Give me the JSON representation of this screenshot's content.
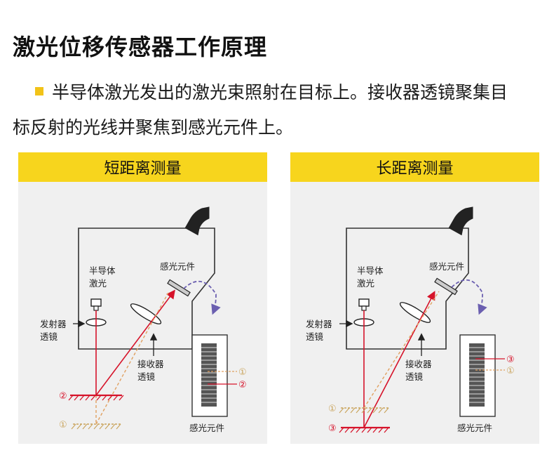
{
  "page": {
    "title": "激光位移传感器工作原理",
    "description_line1": "半导体激光发出的激光束照射在目标上。接收器透镜聚集目",
    "description_line2": "标反射的光线并聚焦到感光元件上。"
  },
  "panels": {
    "short": {
      "header": "短距离测量",
      "label_laser_1": "半导体",
      "label_laser_2": "激光",
      "label_emit_1": "发射器",
      "label_emit_2": "透镜",
      "label_recv_1": "接收器",
      "label_recv_2": "透镜",
      "label_sensor_top": "感光元件",
      "label_sensor_bottom": "感光元件",
      "marker_a": "①",
      "marker_b": "②",
      "marker_c": "①",
      "marker_d": "②"
    },
    "long": {
      "header": "长距离测量",
      "label_laser_1": "半导体",
      "label_laser_2": "激光",
      "label_emit_1": "发射器",
      "label_emit_2": "透镜",
      "label_recv_1": "接收器",
      "label_recv_2": "透镜",
      "label_sensor_top": "感光元件",
      "label_sensor_bottom": "感光元件",
      "marker_a": "③",
      "marker_b": "①",
      "marker_c": "①",
      "marker_d": "③"
    }
  },
  "colors": {
    "accent_yellow": "#f7d51d",
    "laser_red": "#d6132a",
    "laser_orange": "#e0a060",
    "arrow_purple": "#6b5fb0"
  }
}
